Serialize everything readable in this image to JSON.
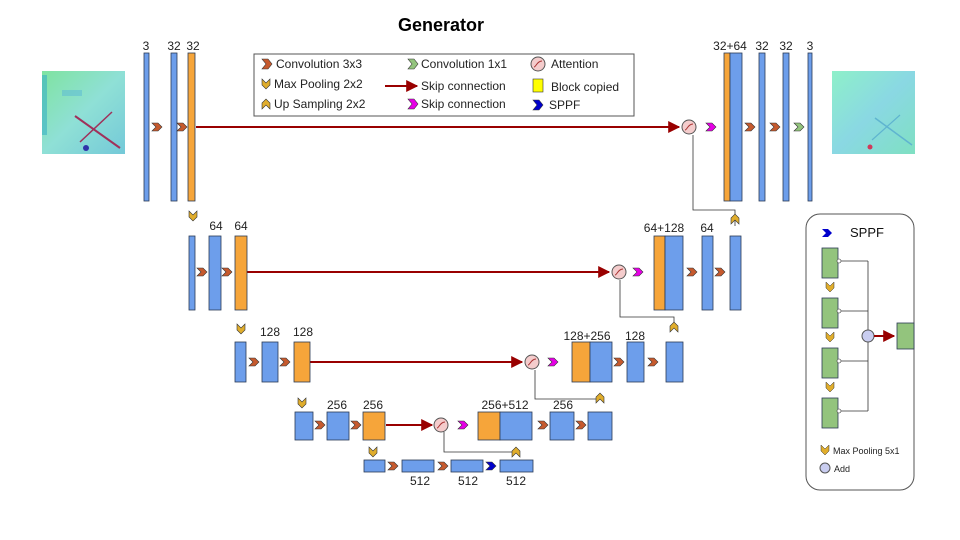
{
  "title": "Generator",
  "legend": {
    "conv3x3": "Convolution 3x3",
    "maxpool": "Max Pooling 2x2",
    "upsample": "Up Sampling 2x2",
    "conv1x1": "Convolution 1x1",
    "skip_red": "Skip connection",
    "skip_magenta": "Skip connection",
    "attention": "Attention",
    "block_copied": "Block copied",
    "sppf": "SPPF"
  },
  "labels": {
    "enc1": [
      "3",
      "32",
      "32"
    ],
    "enc2": [
      "64",
      "64"
    ],
    "enc3": [
      "128",
      "128"
    ],
    "enc4": [
      "256",
      "256"
    ],
    "bottleneck": [
      "512",
      "512",
      "512"
    ],
    "dec4": [
      "256+512",
      "256"
    ],
    "dec3": [
      "128+256",
      "128"
    ],
    "dec2": [
      "64+128",
      "64"
    ],
    "dec1": [
      "32+64",
      "32",
      "32",
      "3"
    ]
  },
  "sppf_panel": {
    "title": "SPPF",
    "maxpool_label": "Max Pooling 5x1",
    "add_label": "Add"
  },
  "colors": {
    "blue_block": "#6d9eeb",
    "orange_block": "#f6a53a",
    "green_block": "#93c47d",
    "skip_red": "#990000",
    "attention_fill": "#f4cccc",
    "magenta": "#e600e6",
    "sppf_blue": "#0000cc"
  },
  "images": {
    "input": "input-texture-image",
    "output": "output-texture-image"
  }
}
